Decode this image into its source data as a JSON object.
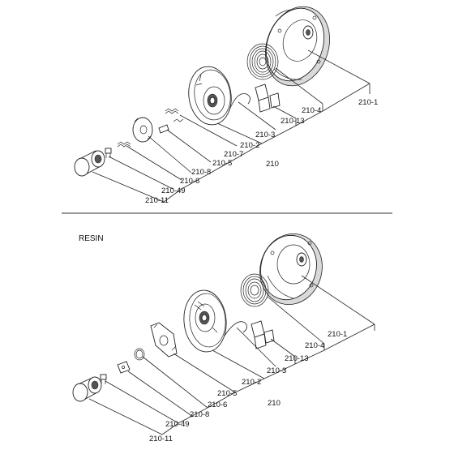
{
  "top_section": {
    "labels": {
      "p210_1": "210-1",
      "p210_4": "210-4",
      "p210_13": "210-13",
      "p210_3": "210-3",
      "p210_2": "210-2",
      "p210_7": "210-7",
      "p210_5": "210-5",
      "p210": "210",
      "p210_8": "210-8",
      "p210_6": "210-6",
      "p210_49": "210-49",
      "p210_11": "210-11"
    }
  },
  "bottom_section": {
    "title": "RESIN",
    "labels": {
      "p210_1": "210-1",
      "p210_4": "210-4",
      "p210_13": "210-13",
      "p210_3": "210-3",
      "p210_2": "210-2",
      "p210_5": "210-5",
      "p210": "210",
      "p210_6": "210-6",
      "p210_8": "210-8",
      "p210_49": "210-49",
      "p210_11": "210-11"
    }
  }
}
